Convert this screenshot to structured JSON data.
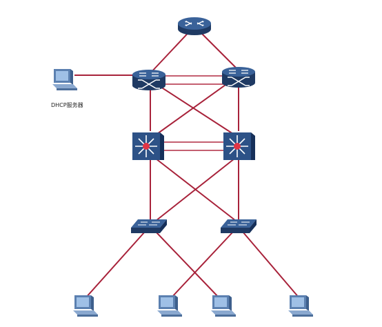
{
  "diagram": {
    "dhcp_label": "DHCP服务器",
    "nodes": [
      {
        "id": "router-top",
        "kind": "router"
      },
      {
        "id": "core-switch-left",
        "kind": "core-switch"
      },
      {
        "id": "core-switch-right",
        "kind": "core-switch"
      },
      {
        "id": "dhcp-server",
        "kind": "pc"
      },
      {
        "id": "distribution-switch-left",
        "kind": "multilayer-switch"
      },
      {
        "id": "distribution-switch-right",
        "kind": "multilayer-switch"
      },
      {
        "id": "access-switch-left",
        "kind": "access-switch"
      },
      {
        "id": "access-switch-right",
        "kind": "access-switch"
      },
      {
        "id": "pc-1",
        "kind": "pc"
      },
      {
        "id": "pc-2",
        "kind": "pc"
      },
      {
        "id": "pc-3",
        "kind": "pc"
      },
      {
        "id": "pc-4",
        "kind": "pc"
      }
    ],
    "colors": {
      "link": "#a8223a",
      "device_dark": "#1f3a63",
      "device_mid": "#2d5287",
      "device_light": "#4c74a8",
      "hub_dot": "#e23545",
      "pc_screen": "#9fc0e6"
    }
  }
}
